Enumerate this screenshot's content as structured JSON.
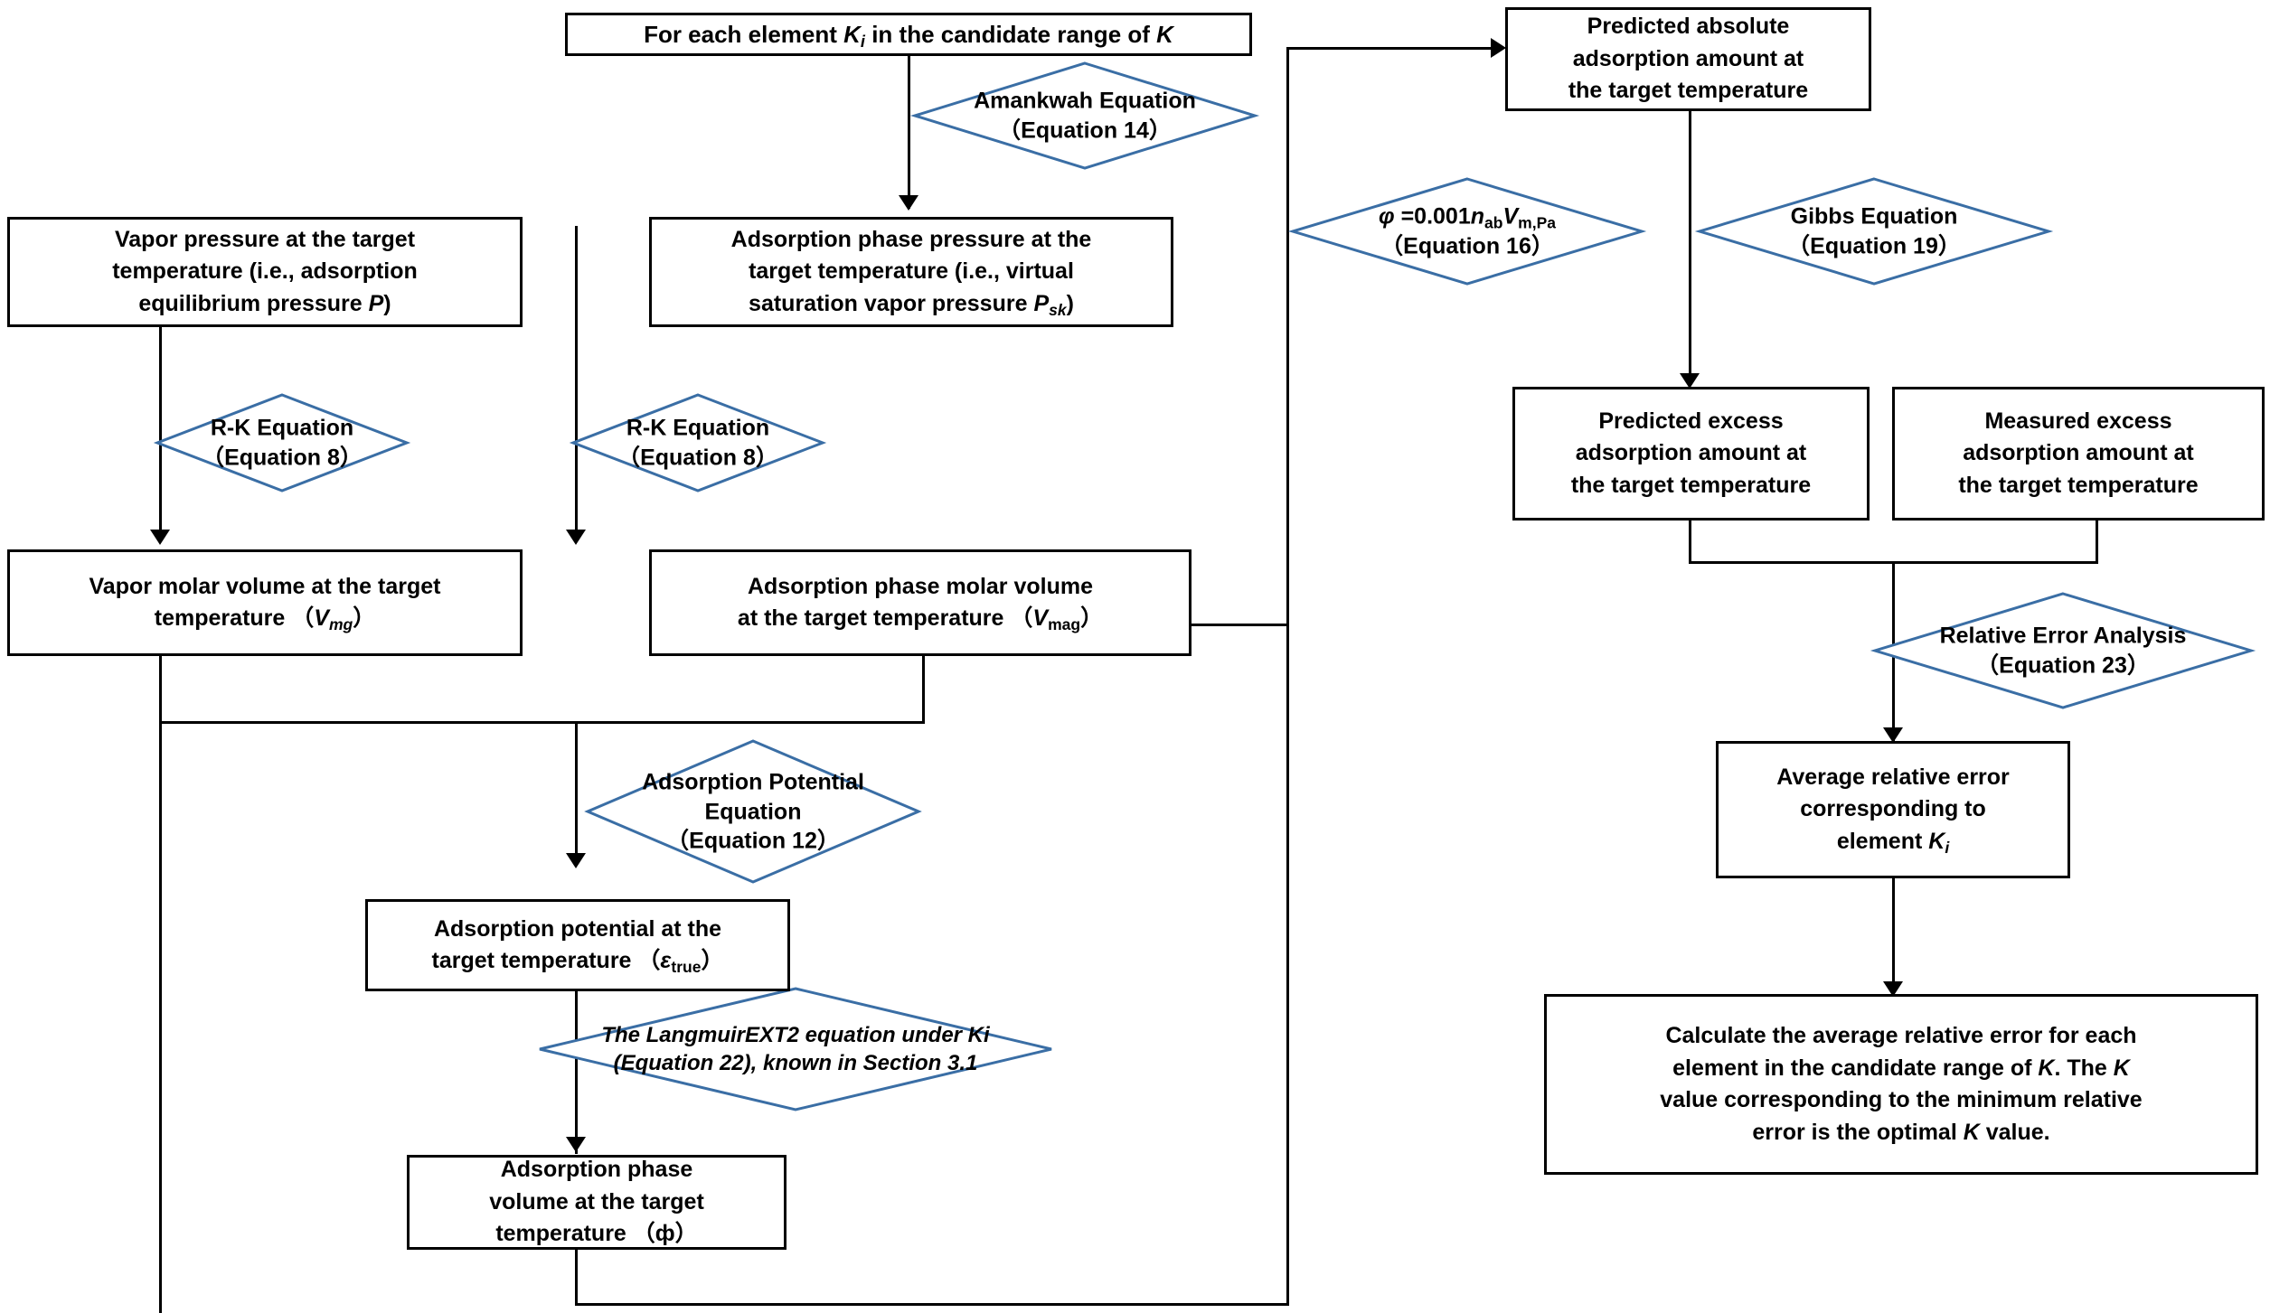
{
  "diagram": {
    "title": "Flowchart for determining the optimal K value",
    "colors": {
      "box_border": "#000000",
      "diamond_border": "#3a6ea5",
      "connector": "#000000",
      "background": "#ffffff",
      "text": "#000000"
    }
  },
  "nodes": {
    "for_each_element": {
      "type": "process",
      "lines": [
        "For each element Ki in the candidate range of K"
      ]
    },
    "amankwah_equation": {
      "type": "decision",
      "lines": [
        "Amankwah Equation",
        "（Equation 14）"
      ]
    },
    "vapor_pressure": {
      "type": "process",
      "lines": [
        "Vapor pressure at the target",
        "temperature (i.e., adsorption",
        "equilibrium pressure P)"
      ]
    },
    "adsorption_phase_pressure": {
      "type": "process",
      "lines": [
        "Adsorption phase pressure at the",
        "target temperature (i.e., virtual",
        "saturation vapor pressure Psk)"
      ]
    },
    "rk_equation_left": {
      "type": "decision",
      "lines": [
        "R-K Equation",
        "（Equation 8）"
      ]
    },
    "rk_equation_right": {
      "type": "decision",
      "lines": [
        "R-K Equation",
        "（Equation 8）"
      ]
    },
    "vapor_molar_volume": {
      "type": "process",
      "lines": [
        "Vapor molar volume at the target",
        "temperature （Vmg）"
      ]
    },
    "adsorption_phase_molar_volume": {
      "type": "process",
      "lines": [
        "Adsorption phase molar volume",
        "at the target temperature （Vmag）"
      ]
    },
    "adsorption_potential_equation": {
      "type": "decision",
      "lines": [
        "Adsorption Potential",
        "Equation",
        "（Equation 12）"
      ]
    },
    "adsorption_potential": {
      "type": "process",
      "lines": [
        "Adsorption potential at the",
        "target temperature （εtrue）"
      ]
    },
    "langmuir_ext2": {
      "type": "decision",
      "italic": true,
      "lines": [
        "The LangmuirEXT2 equation under Ki",
        "(Equation 22), known in Section 3.1"
      ]
    },
    "adsorption_phase_volume": {
      "type": "process",
      "lines": [
        "Adsorption phase",
        "volume at the target",
        "temperature （ф）"
      ]
    },
    "predicted_absolute_adsorption": {
      "type": "process",
      "lines": [
        "Predicted absolute",
        "adsorption amount at",
        "the target temperature"
      ]
    },
    "phi_equation": {
      "type": "decision",
      "lines": [
        "φ =0.001nabVm,Pa",
        "（Equation 16）"
      ]
    },
    "gibbs_equation": {
      "type": "decision",
      "lines": [
        "Gibbs Equation",
        "（Equation 19）"
      ]
    },
    "predicted_excess_adsorption": {
      "type": "process",
      "lines": [
        "Predicted excess",
        "adsorption amount at",
        "the target temperature"
      ]
    },
    "measured_excess_adsorption": {
      "type": "process",
      "lines": [
        "Measured excess",
        "adsorption amount at",
        "the target temperature"
      ]
    },
    "relative_error_analysis": {
      "type": "decision",
      "lines": [
        "Relative Error Analysis",
        "（Equation 23）"
      ]
    },
    "average_relative_error": {
      "type": "process",
      "lines": [
        "Average relative error",
        "corresponding to",
        "element Ki"
      ]
    },
    "calculate_average_error": {
      "type": "process",
      "lines": [
        "Calculate the average relative error for each",
        "element in the candidate range of K. The K",
        "value corresponding to the minimum relative",
        "error is the optimal K value."
      ]
    }
  }
}
